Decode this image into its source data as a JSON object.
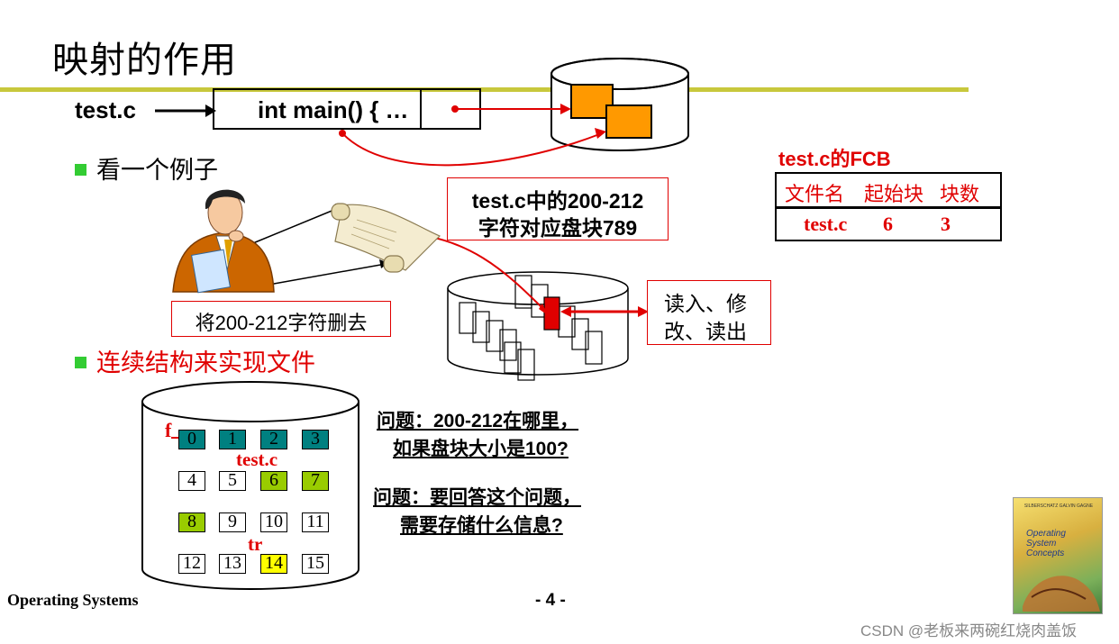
{
  "slide": {
    "title": "映射的作用",
    "footer_left": "Operating Systems",
    "page_number": "- 4 -",
    "watermark": "CSDN @老板来两碗红烧肉盖饭"
  },
  "top": {
    "file_label": "test.c",
    "code_text": "int main() { …",
    "ellipsis": "…"
  },
  "bullets": {
    "example": "看一个例子",
    "contiguous": "连续结构来实现文件"
  },
  "callouts": {
    "mapping_line1": "test.c中的200-212",
    "mapping_line2": "字符对应盘块789",
    "delete_text": "将200-212字符删去",
    "rw_line1": "读入、修",
    "rw_line2": "改、读出"
  },
  "fcb": {
    "title": "test.c的FCB",
    "headers": [
      "文件名",
      "起始块",
      "块数"
    ],
    "row": [
      "test.c",
      "6",
      "3"
    ]
  },
  "questions": {
    "q1_line1": "问题：200-212在哪里，",
    "q1_line2": "如果盘块大小是100?",
    "q2_line1": "问题：要回答这个问题，",
    "q2_line2": "需要存储什么信息?"
  },
  "disk": {
    "label_f": "f",
    "label_file": "test.c",
    "label_tr": "tr",
    "blocks": [
      {
        "n": "0",
        "color": "teal"
      },
      {
        "n": "1",
        "color": "teal"
      },
      {
        "n": "2",
        "color": "teal"
      },
      {
        "n": "3",
        "color": "teal"
      },
      {
        "n": "4",
        "color": "white"
      },
      {
        "n": "5",
        "color": "white"
      },
      {
        "n": "6",
        "color": "lime"
      },
      {
        "n": "7",
        "color": "lime"
      },
      {
        "n": "8",
        "color": "lime"
      },
      {
        "n": "9",
        "color": "white"
      },
      {
        "n": "10",
        "color": "white"
      },
      {
        "n": "11",
        "color": "white"
      },
      {
        "n": "12",
        "color": "white"
      },
      {
        "n": "13",
        "color": "white"
      },
      {
        "n": "14",
        "color": "yellow"
      },
      {
        "n": "15",
        "color": "white"
      }
    ]
  },
  "book": {
    "title": "Operating System Concepts",
    "authors": "SILBERSCHATZ GALVIN GAGNE"
  },
  "colors": {
    "accent_rule": "#c8c83c",
    "bullet_green": "#33cc33",
    "red": "#e00000",
    "orange_block": "#ff9900",
    "teal": "#008080",
    "lime": "#99cc00",
    "yellow": "#ffff00"
  }
}
